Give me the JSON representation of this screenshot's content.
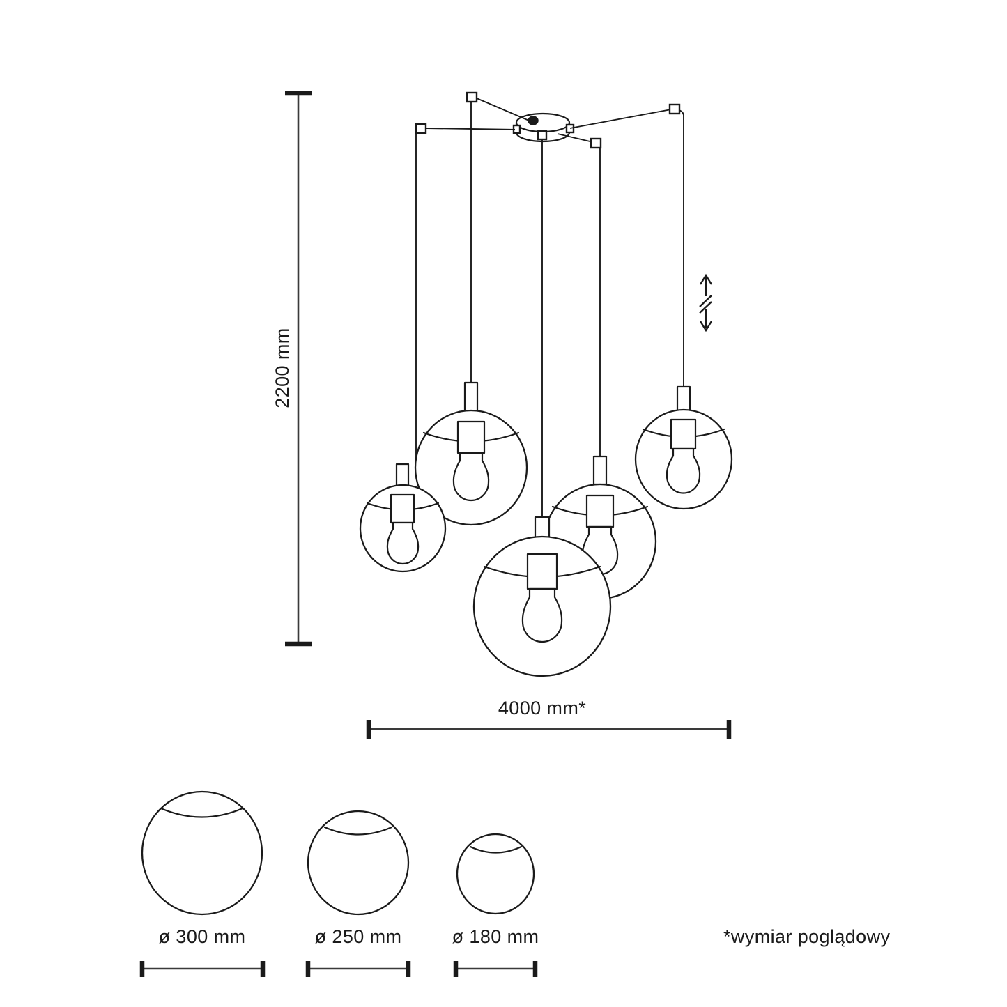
{
  "drawing": {
    "title": "pendant-lamp-technical-drawing",
    "background_color": "#ffffff",
    "line_color": "#1a1a1a"
  },
  "dimensions": {
    "height_label": "2200 mm",
    "width_label": "4000 mm*",
    "height_value": 2200,
    "width_value": 4000,
    "units": "mm"
  },
  "globe_legend": [
    {
      "label": "ø 300 mm",
      "diameter": 300
    },
    {
      "label": "ø 250 mm",
      "diameter": 250
    },
    {
      "label": "ø 180 mm",
      "diameter": 180
    }
  ],
  "footnote": {
    "text": "*wymiar poglądowy"
  },
  "fixture": {
    "canopy": "round-ceiling-canopy",
    "lamp_count": 5,
    "adjustable_indicator": "double-arrow-with-break",
    "lamps": [
      {
        "name": "lamp-left-small",
        "diameter": 180
      },
      {
        "name": "lamp-left-large",
        "diameter": 250
      },
      {
        "name": "lamp-center-large",
        "diameter": 300
      },
      {
        "name": "lamp-right-mid",
        "diameter": 250
      },
      {
        "name": "lamp-right-small",
        "diameter": 200
      }
    ]
  }
}
